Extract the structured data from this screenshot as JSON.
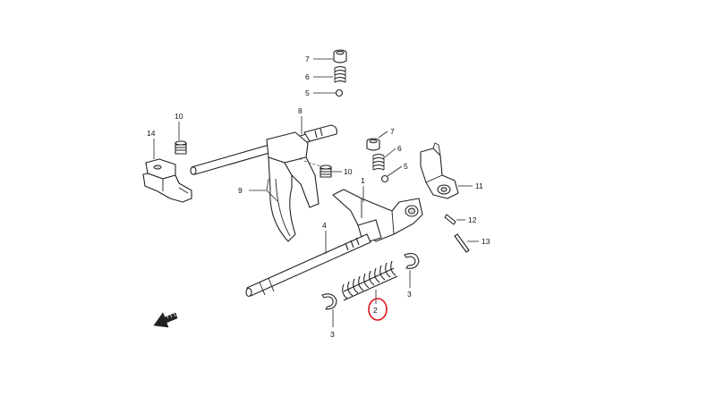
{
  "diagram": {
    "callouts": {
      "n7_top": "7",
      "n6_top": "6",
      "n5_top": "5",
      "n10_left": "10",
      "n14": "14",
      "n8": "8",
      "n10_mid": "10",
      "n9": "9",
      "n7_right": "7",
      "n6_right": "6",
      "n5_right": "5",
      "n11": "11",
      "n1": "1",
      "n4": "4",
      "n12": "12",
      "n13": "13",
      "n3_right": "3",
      "n2": "2",
      "n3_left": "3"
    },
    "highlight_color": "#e0141e",
    "arrow_mark": "FWD-arrow-icon"
  }
}
